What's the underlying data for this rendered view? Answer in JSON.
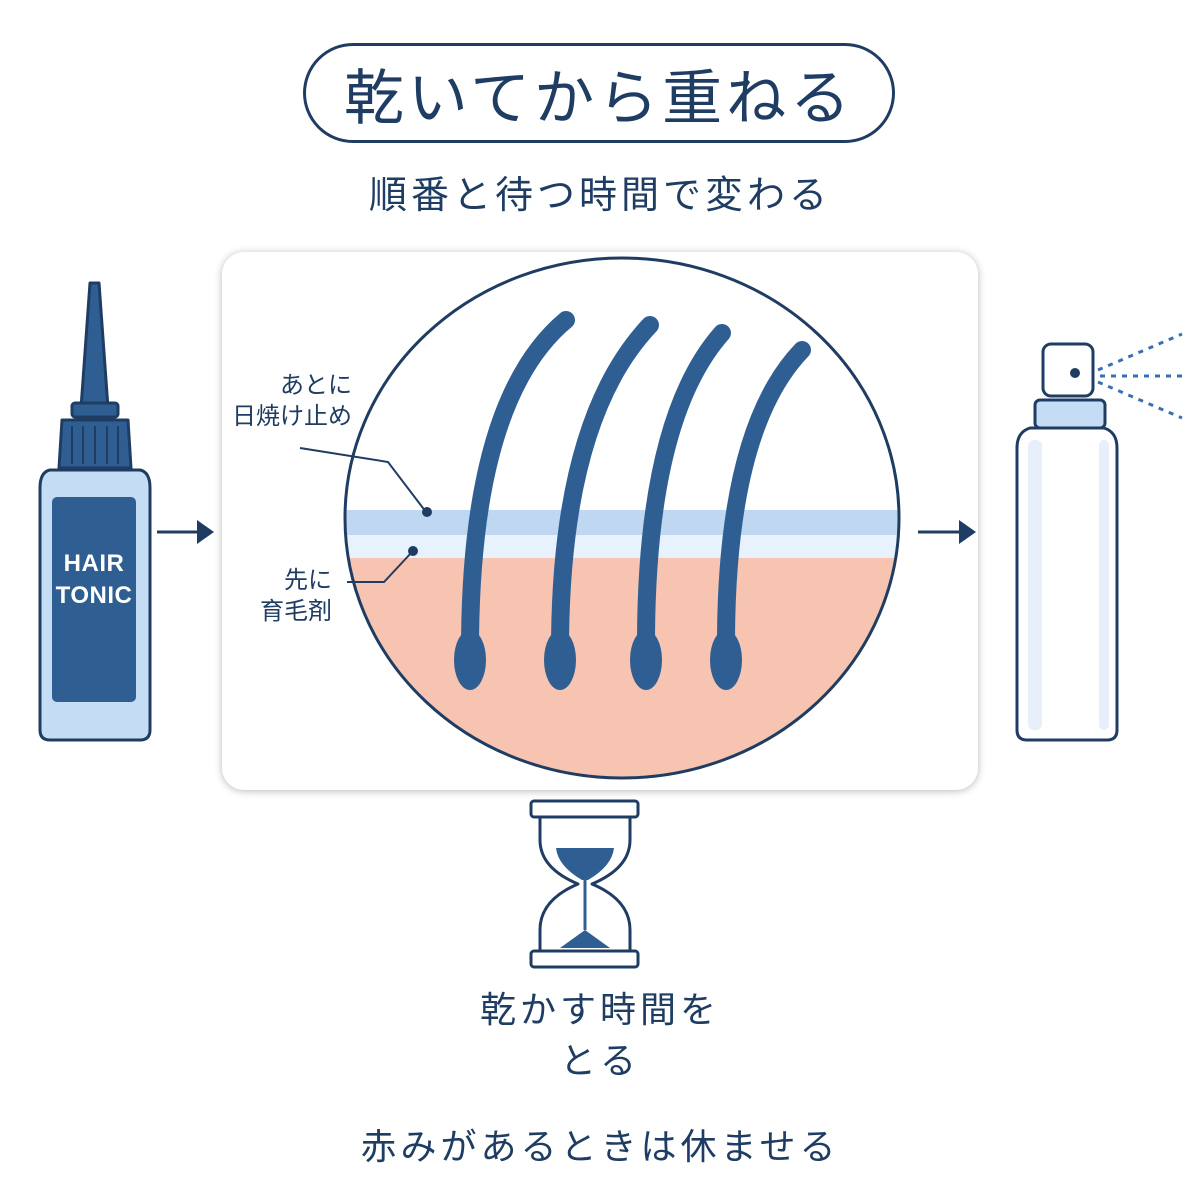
{
  "title": "乾いてから重ねる",
  "subtitle": "順番と待つ時間で変わる",
  "tonic_bottle": {
    "label_line1": "HAIR",
    "label_line2": "TONIC"
  },
  "labels": {
    "after_line1": "あとに",
    "after_line2": "日焼け止め",
    "before_line1": "先に",
    "before_line2": "育毛剤"
  },
  "caption_dry_line1": "乾かす時間を",
  "caption_dry_line2": "とる",
  "caption_rest": "赤みがあるときは休ませる",
  "icons": [
    "dropper-bottle-icon",
    "arrow-right-icon",
    "scalp-cross-section",
    "spray-bottle-icon",
    "hourglass-icon"
  ],
  "colors": {
    "navy": "#1f3d63",
    "light_blue": "#c5dcf5",
    "sunscreen_layer": "#bfd7f1",
    "tonic_layer": "#e8f2fc",
    "skin": "#f6c4b1"
  }
}
